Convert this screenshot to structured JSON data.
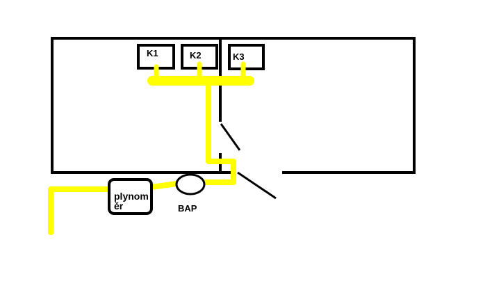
{
  "labels": {
    "k1": "K1",
    "k2": "K2",
    "k3": "K3",
    "meter_line1": "plynom",
    "meter_line2": "ěr",
    "bap": "BAP"
  },
  "colors": {
    "wall": "#000000",
    "gas_pipe": "#ffff00",
    "background": "#ffffff"
  }
}
